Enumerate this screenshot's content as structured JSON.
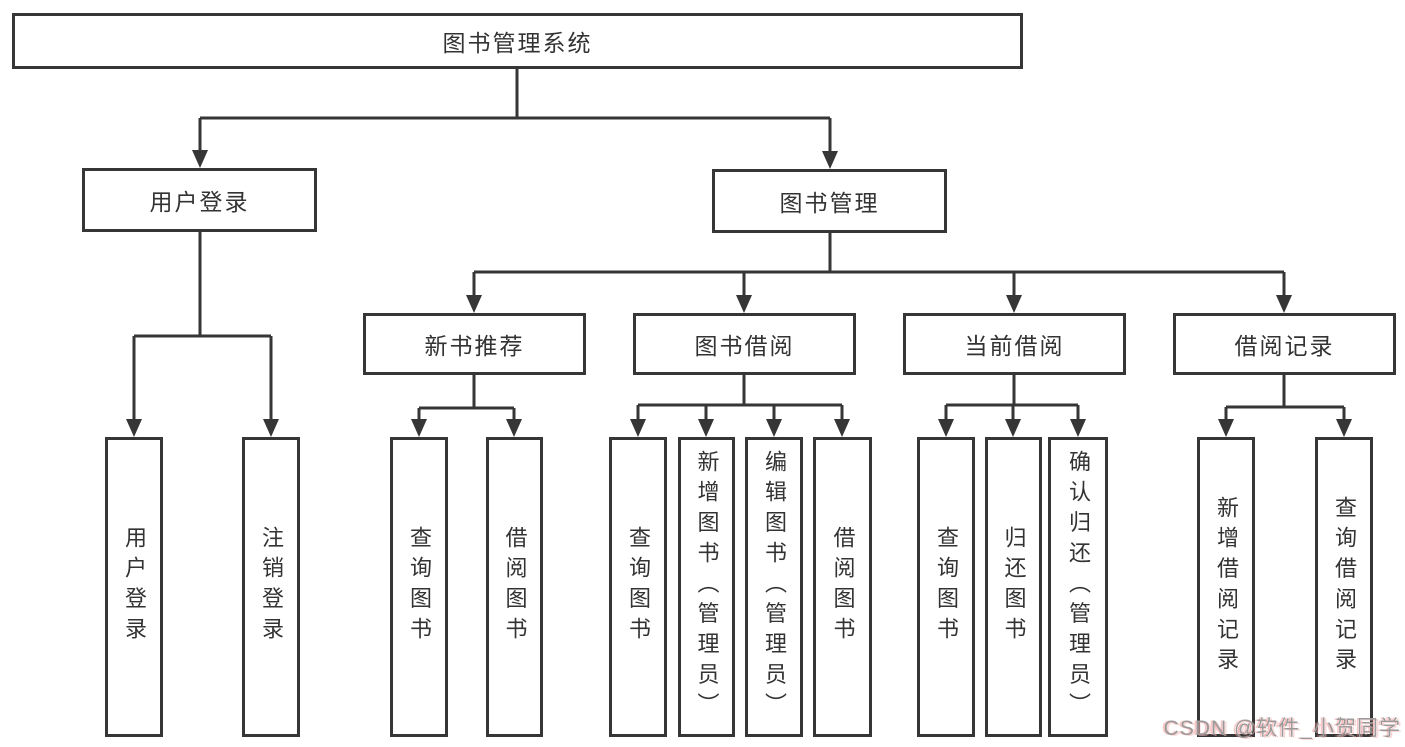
{
  "tree": {
    "root": {
      "label": "图书管理系统",
      "children": [
        {
          "label": "用户登录",
          "children": [
            {
              "label": "用户登录"
            },
            {
              "label": "注销登录"
            }
          ]
        },
        {
          "label": "图书管理",
          "children": [
            {
              "label": "新书推荐",
              "children": [
                {
                  "label": "查询图书"
                },
                {
                  "label": "借阅图书"
                }
              ]
            },
            {
              "label": "图书借阅",
              "children": [
                {
                  "label": "查询图书"
                },
                {
                  "label": "新增图书（管理员）"
                },
                {
                  "label": "编辑图书（管理员）"
                },
                {
                  "label": "借阅图书"
                }
              ]
            },
            {
              "label": "当前借阅",
              "children": [
                {
                  "label": "查询图书"
                },
                {
                  "label": "归还图书"
                },
                {
                  "label": "确认归还（管理员）"
                }
              ]
            },
            {
              "label": "借阅记录",
              "children": [
                {
                  "label": "新增借阅记录"
                },
                {
                  "label": "查询借阅记录"
                }
              ]
            }
          ]
        }
      ]
    }
  },
  "watermark": {
    "text": "CSDN @软件_小贺同学"
  },
  "colors": {
    "line": "#363636",
    "box_border": "#363636",
    "box_background": "#ffffff",
    "text": "#333333",
    "watermark_text": "#9a9a9a",
    "watermark_accent": "#eb8282"
  }
}
